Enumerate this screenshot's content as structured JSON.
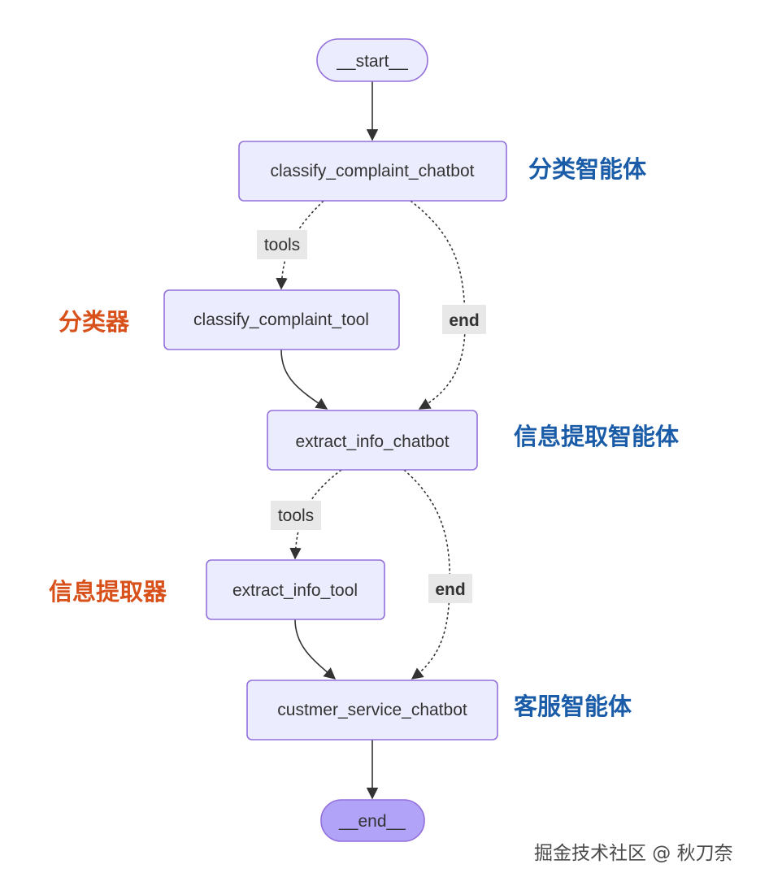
{
  "nodes": {
    "start": "__start__",
    "classify_chatbot": "classify_complaint_chatbot",
    "classify_tool": "classify_complaint_tool",
    "extract_chatbot": "extract_info_chatbot",
    "extract_tool": "extract_info_tool",
    "service_chatbot": "custmer_service_chatbot",
    "end": "__end__"
  },
  "edge_labels": {
    "tools_1": "tools",
    "end_1": "end",
    "tools_2": "tools",
    "end_2": "end"
  },
  "annotations": {
    "classify_agent": "分类智能体",
    "classifier": "分类器",
    "extract_agent": "信息提取智能体",
    "extractor": "信息提取器",
    "service_agent": "客服智能体"
  },
  "watermark": "掘金技术社区 @ 秋刀奈",
  "colors": {
    "node_fill": "#ECECFF",
    "node_stroke": "#9370DB",
    "end_fill": "#B0A3F8",
    "edge": "#333333",
    "label_bg": "#E8E8E8",
    "agent_annotation": "#1A5CA8",
    "tool_annotation": "#D8501A"
  }
}
